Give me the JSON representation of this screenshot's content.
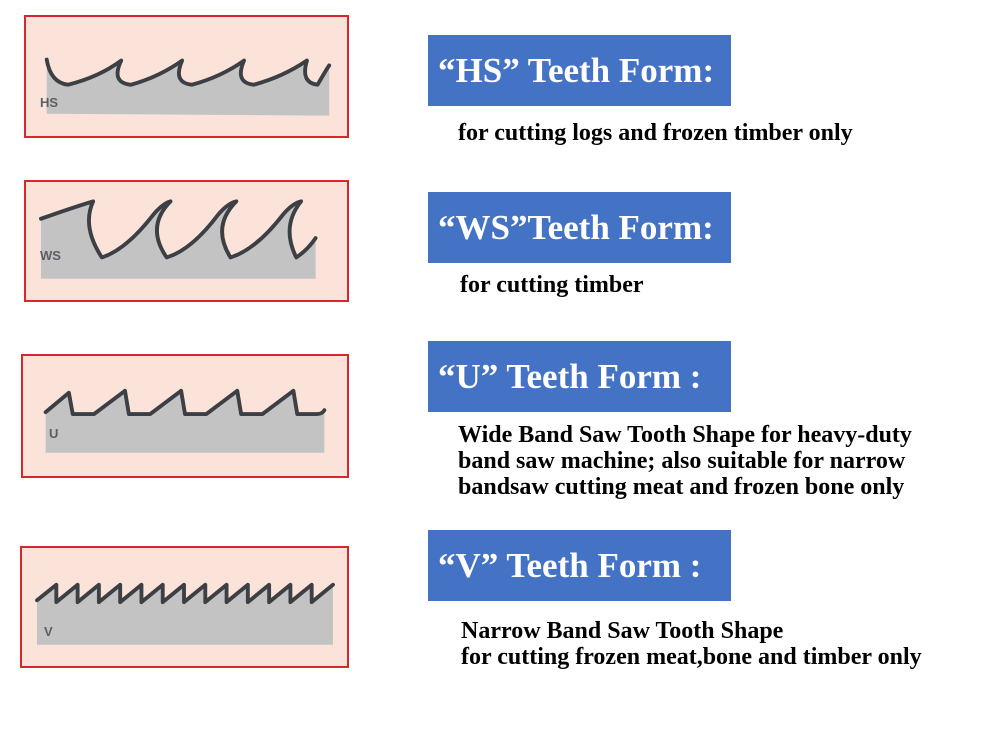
{
  "colors": {
    "panel_background": "#fbe3da",
    "panel_border": "#d9262e",
    "blade_fill": "#c3c3c3",
    "blade_edge": "#3c3f44",
    "title_background": "#4472c4",
    "title_text": "#ffffff"
  },
  "forms": [
    {
      "code": "HS",
      "title": "“HS” Teeth Form:",
      "description": [
        "for cutting logs and frozen timber only"
      ]
    },
    {
      "code": "WS",
      "title": "“WS”Teeth Form:",
      "description": [
        "for cutting timber"
      ]
    },
    {
      "code": "U",
      "title": "“U” Teeth Form :",
      "description": [
        "Wide Band Saw Tooth Shape for heavy-duty",
        "band saw machine; also suitable for narrow",
        "bandsaw cutting meat and frozen bone only"
      ]
    },
    {
      "code": "V",
      "title": "“V” Teeth Form :",
      "description": [
        "Narrow Band Saw Tooth Shape",
        "for cutting frozen meat,bone and timber only"
      ]
    }
  ]
}
